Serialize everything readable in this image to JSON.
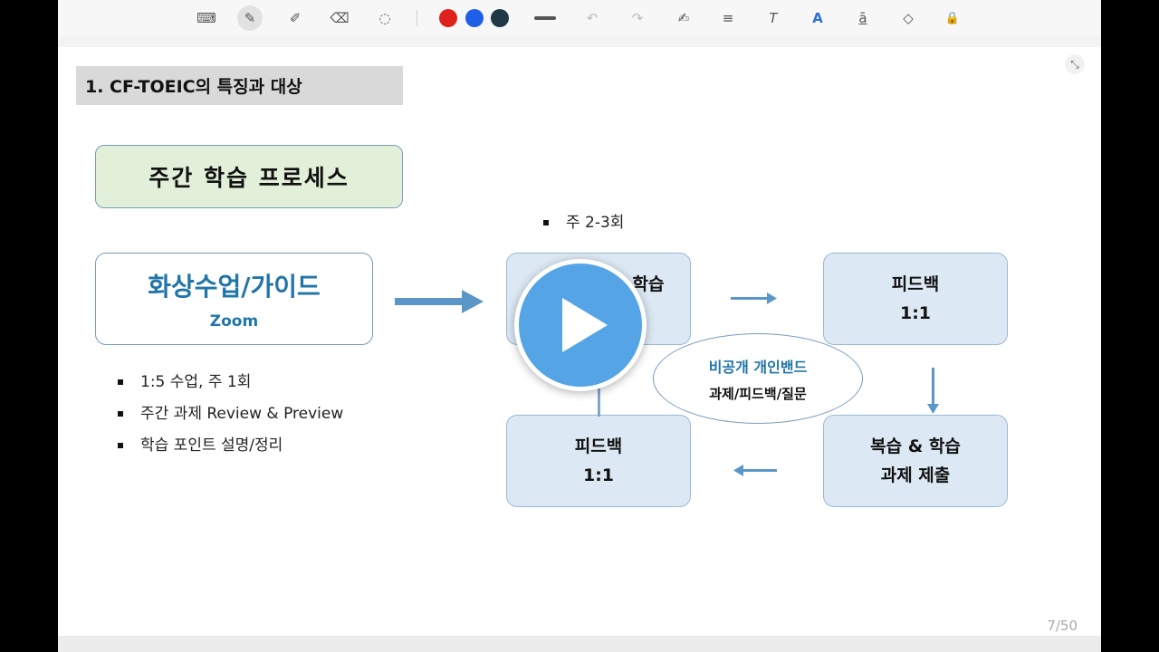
{
  "toolbar": {
    "tools": [
      {
        "name": "keyboard-icon",
        "glyph": "⌨"
      },
      {
        "name": "pen-icon",
        "glyph": "✎"
      },
      {
        "name": "highlighter-icon",
        "glyph": "✐"
      },
      {
        "name": "eraser-icon",
        "glyph": "⌫"
      },
      {
        "name": "lasso-icon",
        "glyph": "◌"
      }
    ],
    "colors": [
      "#e0201c",
      "#1f5fe8",
      "#1f3a44"
    ],
    "actions": [
      {
        "name": "undo-icon",
        "glyph": "↶"
      },
      {
        "name": "redo-icon",
        "glyph": "↷"
      },
      {
        "name": "pen-settings-icon",
        "glyph": "✍"
      },
      {
        "name": "align-icon",
        "glyph": "≡"
      },
      {
        "name": "text-tool-icon",
        "glyph": "T"
      },
      {
        "name": "ink-to-text-icon",
        "glyph": "A"
      },
      {
        "name": "insert-text-icon",
        "glyph": "ā"
      },
      {
        "name": "shapes-icon",
        "glyph": "◇"
      },
      {
        "name": "lock-icon",
        "glyph": "🔒"
      }
    ]
  },
  "slide": {
    "section_title": "1. CF-TOEIC의 특징과 대상",
    "weekly_process": "주간 학습 프로세스",
    "video_class": {
      "title": "화상수업/가이드",
      "subtitle": "Zoom"
    },
    "bullets": [
      "1:5 수업, 주 1회",
      "주간 과제 Review & Preview",
      "학습 포인트 설명/정리"
    ],
    "frequency": "주 2-3회",
    "process": {
      "study": [
        "학습"
      ],
      "feedback_top": [
        "피드백",
        "1:1"
      ],
      "review": [
        "복습 & 학습",
        "과제 제출"
      ],
      "feedback_bottom": [
        "피드백",
        "1:1"
      ],
      "center": {
        "title": "비공개 개인밴드",
        "subtitle": "과제/피드백/질문"
      }
    },
    "page_indicator": "7/50"
  },
  "colors": {
    "accent_blue": "#2175a8",
    "box_fill": "#dce8f3",
    "green_fill": "#e2f0d9",
    "arrow": "#5a96c8",
    "play": "#55a4e5"
  }
}
